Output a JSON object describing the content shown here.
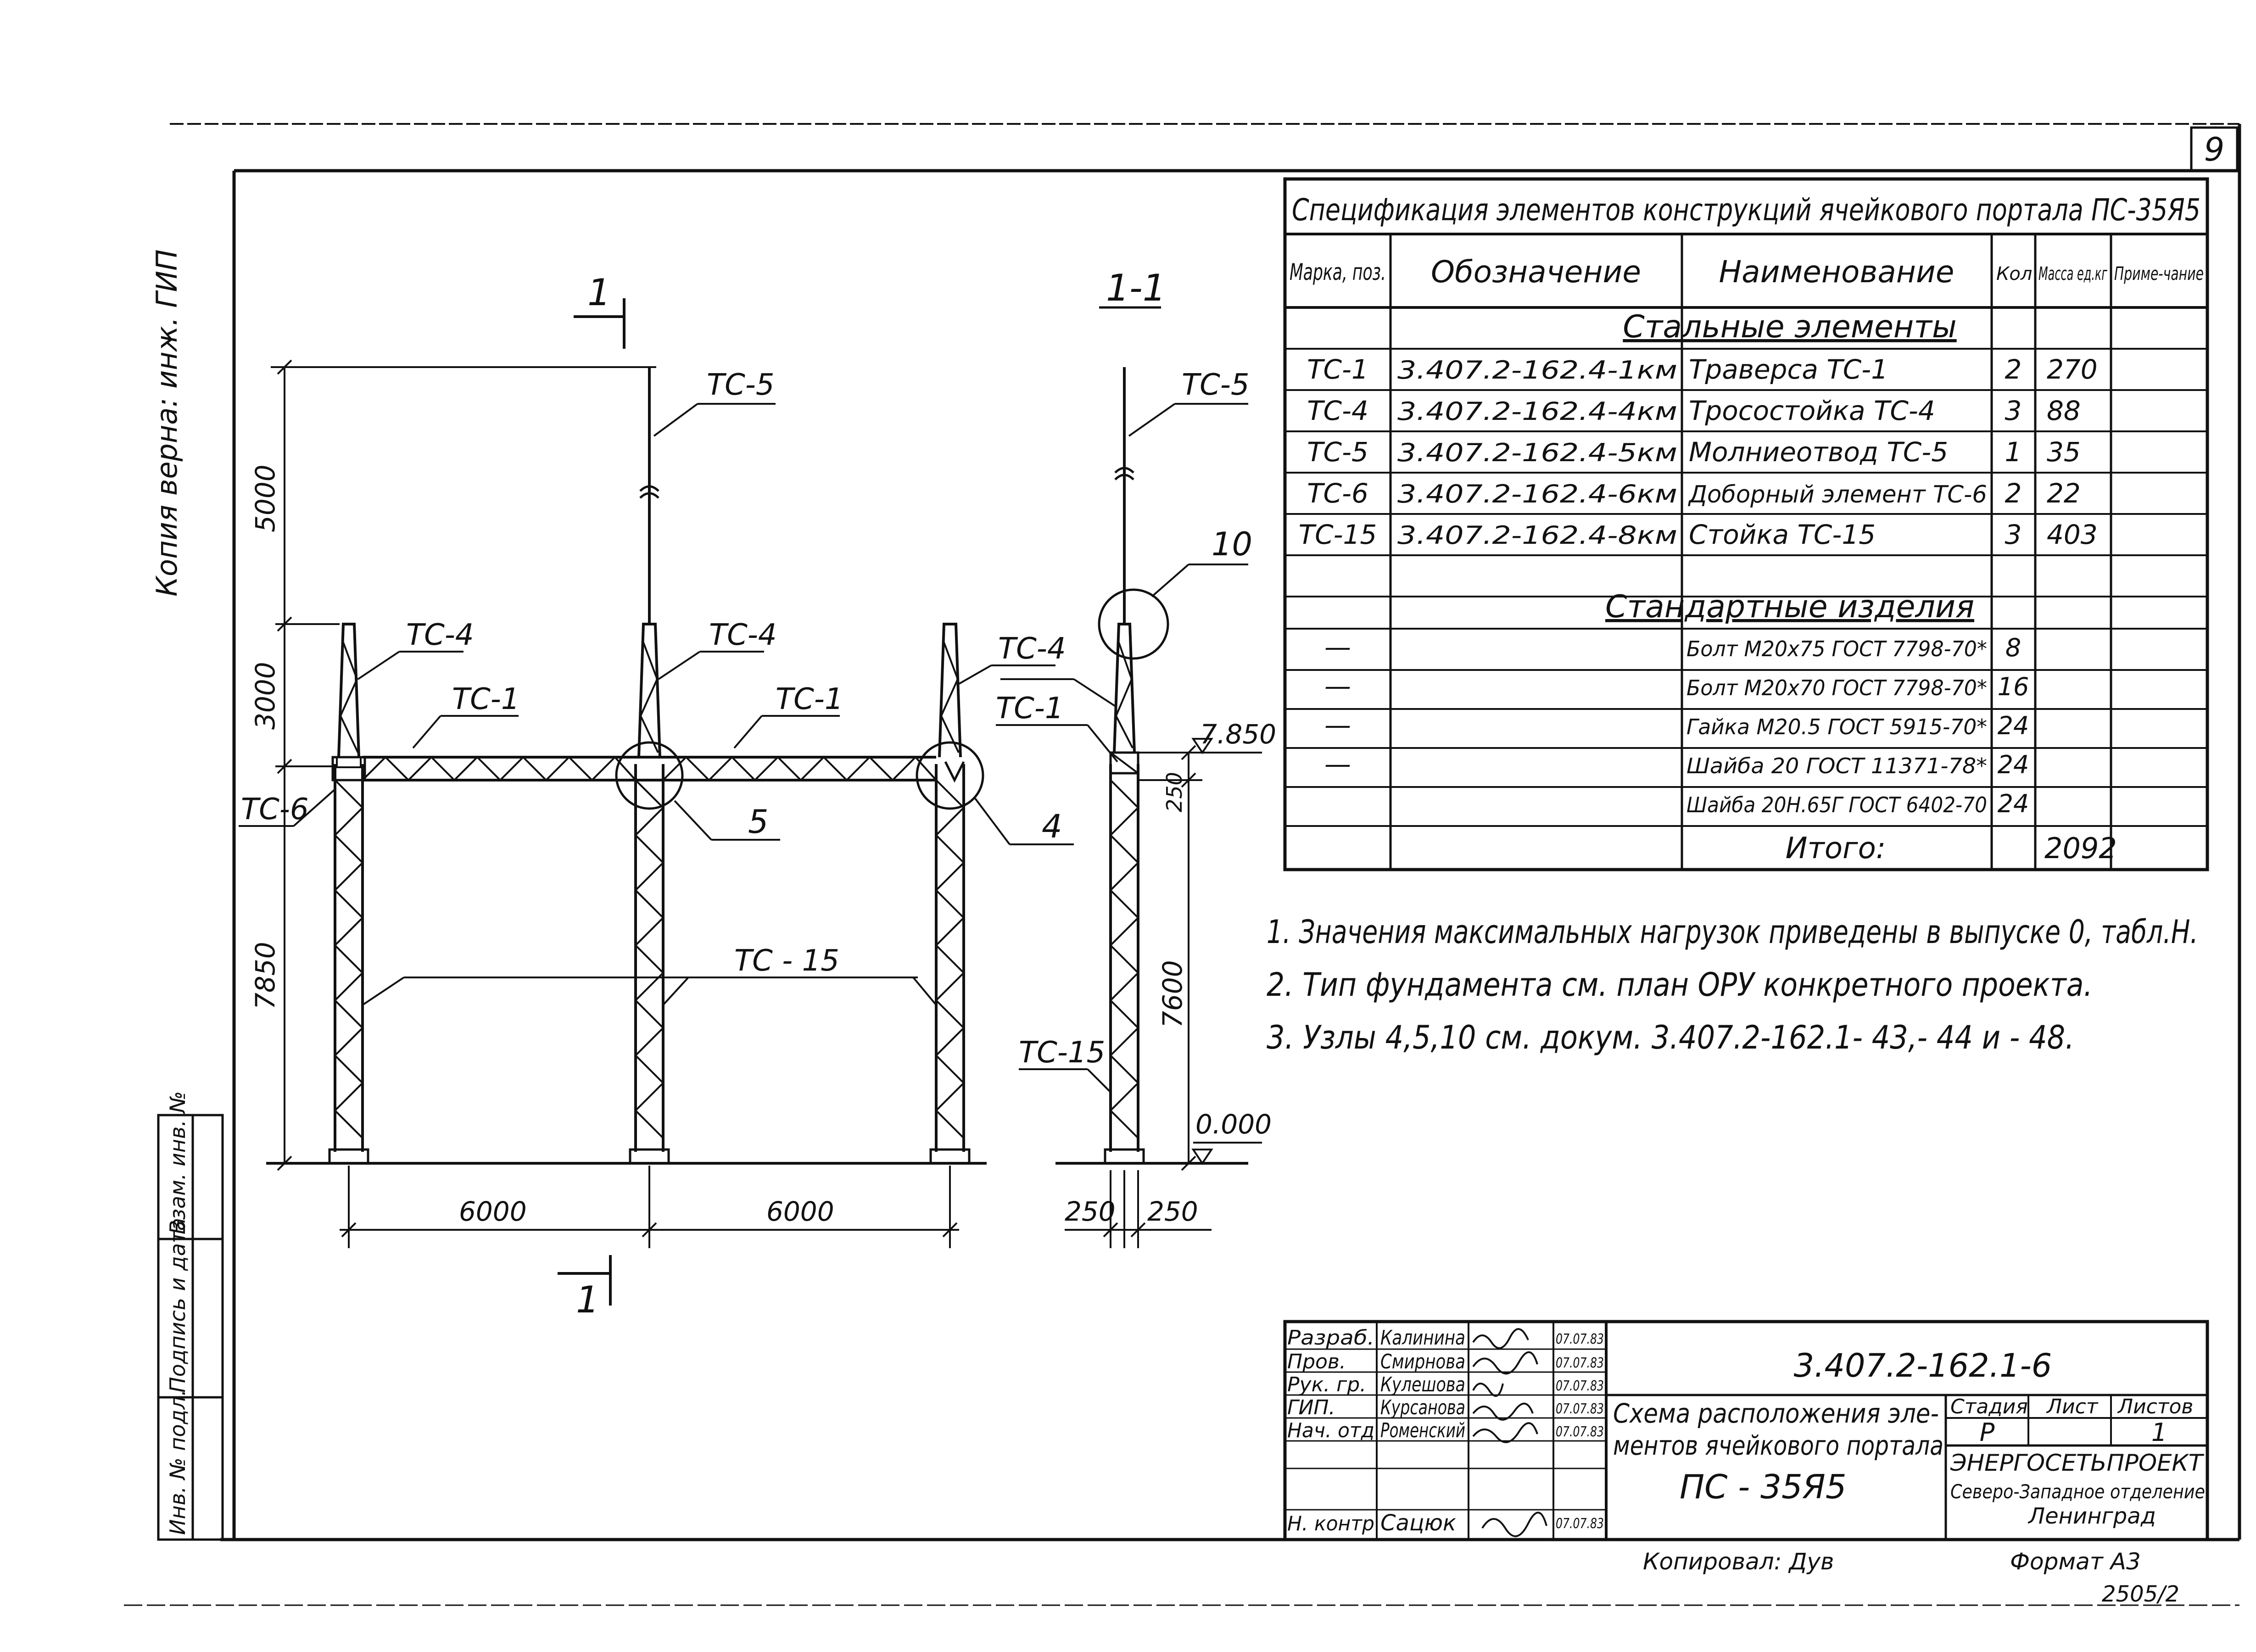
{
  "page_number": "9",
  "side_note": "Копия верна: инж. ГИП",
  "left_stamp": {
    "cells": [
      "Инв. № подл.",
      "Подпись и дата",
      "Взам. инв. №"
    ]
  },
  "section_mark": {
    "number": "1",
    "view_title": "1-1"
  },
  "elevation": {
    "dim_5000": "5000",
    "dim_3000": "3000",
    "dim_7850": "7850",
    "dim_6000_left": "6000",
    "dim_6000_right": "6000",
    "dim_7600": "7600",
    "dim_250_top": "250",
    "dim_250_left": "250",
    "dim_250_right": "250",
    "level_top": "7.850",
    "level_zero": "0.000"
  },
  "callouts": {
    "tc5_main": "ТС-5",
    "tc5_side": "ТС-5",
    "tc4_left": "ТС-4",
    "tc4_mid": "ТС-4",
    "tc4_right": "ТС-4",
    "tc1_left": "ТС-1",
    "tc1_right": "ТС-1",
    "tc1_side": "ТС-1",
    "tc6": "ТС-6",
    "tc15_main": "ТС - 15",
    "tc15_side": "ТС-15",
    "node_5": "5",
    "node_4": "4",
    "node_10": "10"
  },
  "spec": {
    "title": "Спецификация элементов конструкций ячейкового портала ПС-35Я5",
    "headers": [
      "Марка, поз.",
      "Обозначение",
      "Наименование",
      "Кол",
      "Масса ед.кг",
      "Приме-чание"
    ],
    "group_steel": "Стальные элементы",
    "group_standard": "Стандартные изделия",
    "steel_rows": [
      [
        "ТС-1",
        "3.407.2-162.4-1км",
        "Траверса ТС-1",
        "2",
        "270",
        ""
      ],
      [
        "ТС-4",
        "3.407.2-162.4-4км",
        "Тросостойка ТС-4",
        "3",
        "88",
        ""
      ],
      [
        "ТС-5",
        "3.407.2-162.4-5км",
        "Молниеотвод ТС-5",
        "1",
        "35",
        ""
      ],
      [
        "ТС-6",
        "3.407.2-162.4-6км",
        "Доборный элемент ТС-6",
        "2",
        "22",
        ""
      ],
      [
        "ТС-15",
        "3.407.2-162.4-8км",
        "Стойка ТС-15",
        "3",
        "403",
        ""
      ]
    ],
    "standard_rows": [
      [
        "—",
        "",
        "Болт М20х75 ГОСТ 7798-70*",
        "8",
        "",
        ""
      ],
      [
        "—",
        "",
        "Болт М20х70 ГОСТ 7798-70*",
        "16",
        "",
        ""
      ],
      [
        "—",
        "",
        "Гайка М20.5 ГОСТ 5915-70*",
        "24",
        "",
        ""
      ],
      [
        "—",
        "",
        "Шайба 20 ГОСТ 11371-78*",
        "24",
        "",
        ""
      ],
      [
        "",
        "",
        "Шайба 20Н.65Г ГОСТ 6402-70",
        "24",
        "",
        ""
      ]
    ],
    "total_label": "Итого:",
    "total_value": "2092"
  },
  "notes": [
    "1.  Значения максимальных нагрузок приведены в выпуске 0, табл.Н.",
    "2.  Тип фундамента см. план ОРУ конкретного проекта.",
    "3.  Узлы 4,5,10 см. докум. 3.407.2-162.1- 43,- 44 и - 48."
  ],
  "title_block": {
    "roles": [
      "Разраб.",
      "Пров.",
      "Рук. гр.",
      "ГИП.",
      "Нач. отд",
      "",
      "Н. контр"
    ],
    "names": [
      "Калинина",
      "Смирнова",
      "Кулешова",
      "Курсанова",
      "Роменский",
      "",
      "Сацюк"
    ],
    "dates": [
      "07.07.83",
      "07.07.83",
      "07.07.83",
      "07.07.83",
      "07.07.83",
      "",
      "07.07.83"
    ],
    "doc_code": "3.407.2-162.1-6",
    "title_text_1": "Схема расположения эле-",
    "title_text_2": "ментов ячейкового портала",
    "title_text_3": "ПС - 35Я5",
    "stage_label": "Стадия",
    "sheet_label": "Лист",
    "sheets_label": "Листов",
    "stage": "Р",
    "sheets": "1",
    "org_1": "ЭНЕРГОСЕТЬПРОЕКТ",
    "org_2": "Северо-Западное отделение",
    "org_3": "Ленинград",
    "copied": "Копировал: Дув",
    "format": "Формат А3",
    "archive": "2505/2"
  }
}
